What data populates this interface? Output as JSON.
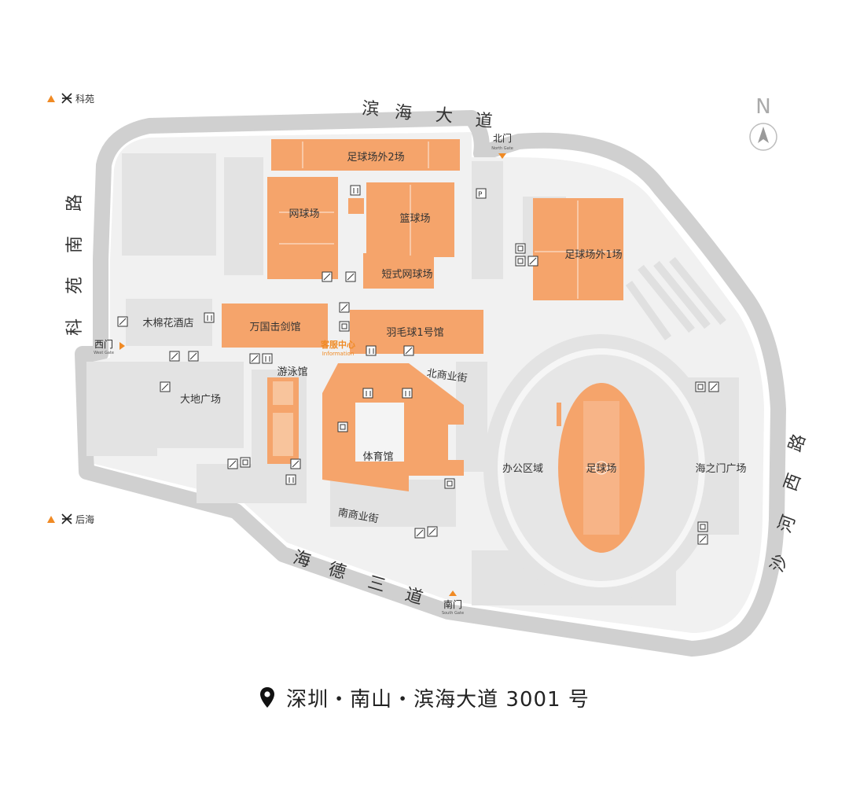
{
  "roads": {
    "binhai": [
      "滨",
      "海",
      "大",
      "道"
    ],
    "keyuan": [
      "科",
      "苑",
      "南",
      "路"
    ],
    "shahe": [
      "沙",
      "河",
      "西",
      "路"
    ],
    "haide": [
      "海",
      "德",
      "三",
      "道"
    ]
  },
  "gates": {
    "north": {
      "cn": "北门",
      "en": "North Gate"
    },
    "west": {
      "cn": "西门",
      "en": "West Gate"
    },
    "south": {
      "cn": "南门",
      "en": "South Gate"
    }
  },
  "metro": {
    "keyuan": "科苑",
    "houhai": "后海"
  },
  "compass": "N",
  "facilities": {
    "football_outer_2": "足球场外2场",
    "tennis": "网球场",
    "basketball": "篮球场",
    "short_tennis": "短式网球场",
    "football_outer_1": "足球场外1场",
    "hotel": "木棉花酒店",
    "fencing": "万国击剑馆",
    "badminton": "羽毛球1号馆",
    "info_cn": "客服中心",
    "info_en": "Information",
    "swimming": "游泳馆",
    "north_street": "北商业街",
    "dadi_plaza": "大地广场",
    "gymnasium": "体育馆",
    "office": "办公区域",
    "stadium": "足球场",
    "haizhimen": "海之门广场",
    "south_street": "南商业街"
  },
  "icons": [
    "escalator-icon",
    "restroom-icon",
    "elevator-icon",
    "parking-icon",
    "metro-icon",
    "location-pin-icon"
  ],
  "colors": {
    "venue": "#f5a46b",
    "venue_dark": "#ee9557",
    "building": "#e6e6e6",
    "road": "#d0d0d0",
    "accent": "#f08a24"
  },
  "address": "深圳・南山・滨海大道 3001 号"
}
